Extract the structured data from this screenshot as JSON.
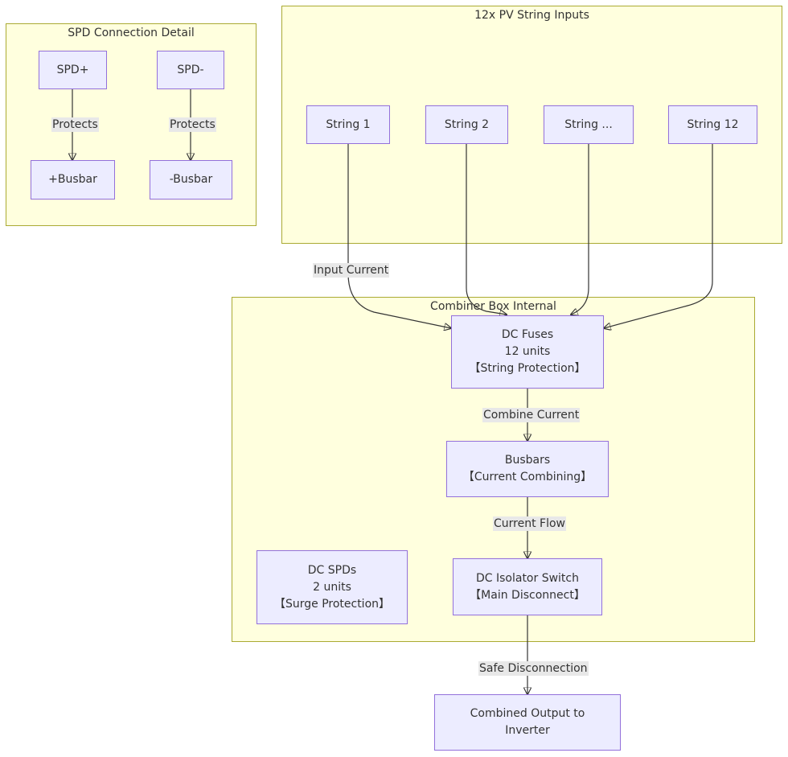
{
  "clusters": {
    "spd_detail": "SPD Connection Detail",
    "pv_inputs": "12x PV String Inputs",
    "combiner": "Combiner Box Internal"
  },
  "nodes": {
    "spd_plus": [
      "SPD+"
    ],
    "spd_minus": [
      "SPD-"
    ],
    "plus_busbar": [
      "+Busbar"
    ],
    "minus_busbar": [
      "-Busbar"
    ],
    "string1": [
      "String 1"
    ],
    "string2": [
      "String 2"
    ],
    "string_more": [
      "String ..."
    ],
    "string12": [
      "String 12"
    ],
    "dc_fuses": [
      "DC Fuses",
      "12 units",
      "【String Protection】"
    ],
    "busbars": [
      "Busbars",
      "【Current Combining】"
    ],
    "dc_spds": [
      "DC SPDs",
      "2 units",
      "【Surge Protection】"
    ],
    "isolator": [
      "DC Isolator Switch",
      "【Main Disconnect】"
    ],
    "output": [
      "Combined Output to",
      "Inverter"
    ]
  },
  "edge_labels": {
    "protects_plus": "Protects",
    "protects_minus": "Protects",
    "input_current": "Input Current",
    "combine_current": "Combine Current",
    "current_flow": "Current Flow",
    "safe_disconnection": "Safe Disconnection"
  }
}
